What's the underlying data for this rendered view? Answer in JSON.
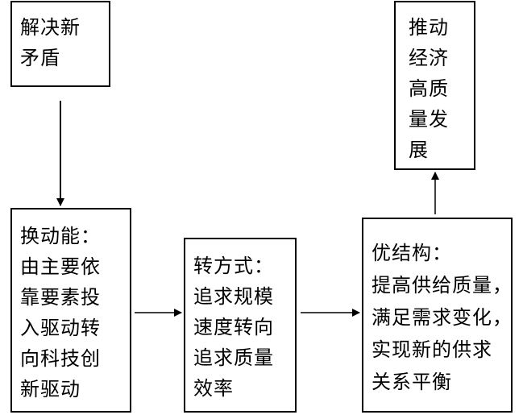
{
  "boxes": {
    "jiejue": {
      "lines": [
        "解决新",
        "矛盾"
      ]
    },
    "tuidong": {
      "lines": [
        "推动",
        "经济",
        "高质",
        "量发",
        "展"
      ]
    },
    "huandong": {
      "lines": [
        "换动能：",
        "由主要依",
        "靠要素投",
        "入驱动转",
        "向科技创",
        "新驱动"
      ]
    },
    "zhuanfang": {
      "lines": [
        "转方式：",
        "追求规模",
        "速度转向",
        "追求质量",
        "效率"
      ]
    },
    "youjie": {
      "lines": [
        "优结构：",
        "提高供给质量，",
        "满足需求变化，",
        "实现新的供求",
        "关系平衡"
      ]
    }
  }
}
